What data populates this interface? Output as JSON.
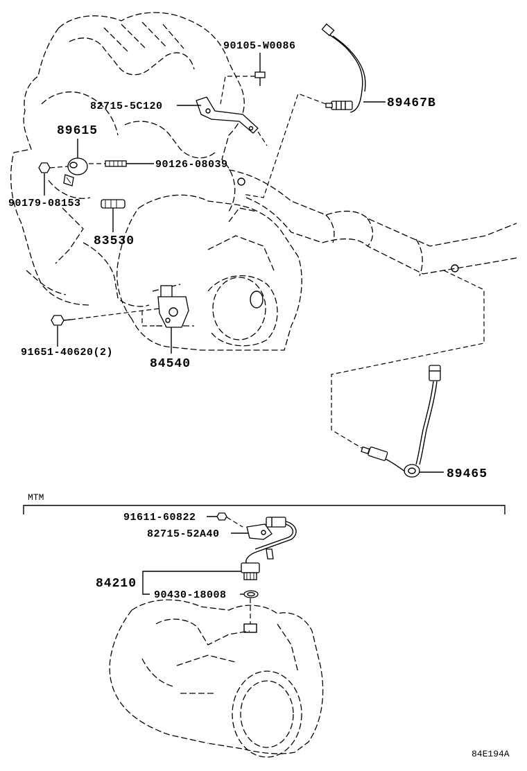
{
  "diagram": {
    "part_labels": {
      "p90105": "90105-W0086",
      "p89467b": "89467B",
      "p82715_5c120": "82715-5C120",
      "p89615": "89615",
      "p90126": "90126-08039",
      "p90179": "90179-08153",
      "p83530": "83530",
      "p91651": "91651-40620(2)",
      "p84540": "84540",
      "p89465": "89465",
      "p91611": "91611-60822",
      "p82715_52a40": "82715-52A40",
      "p84210": "84210",
      "p90430": "90430-18008"
    },
    "section_label": "MTM",
    "figure_id": "84E194A"
  }
}
